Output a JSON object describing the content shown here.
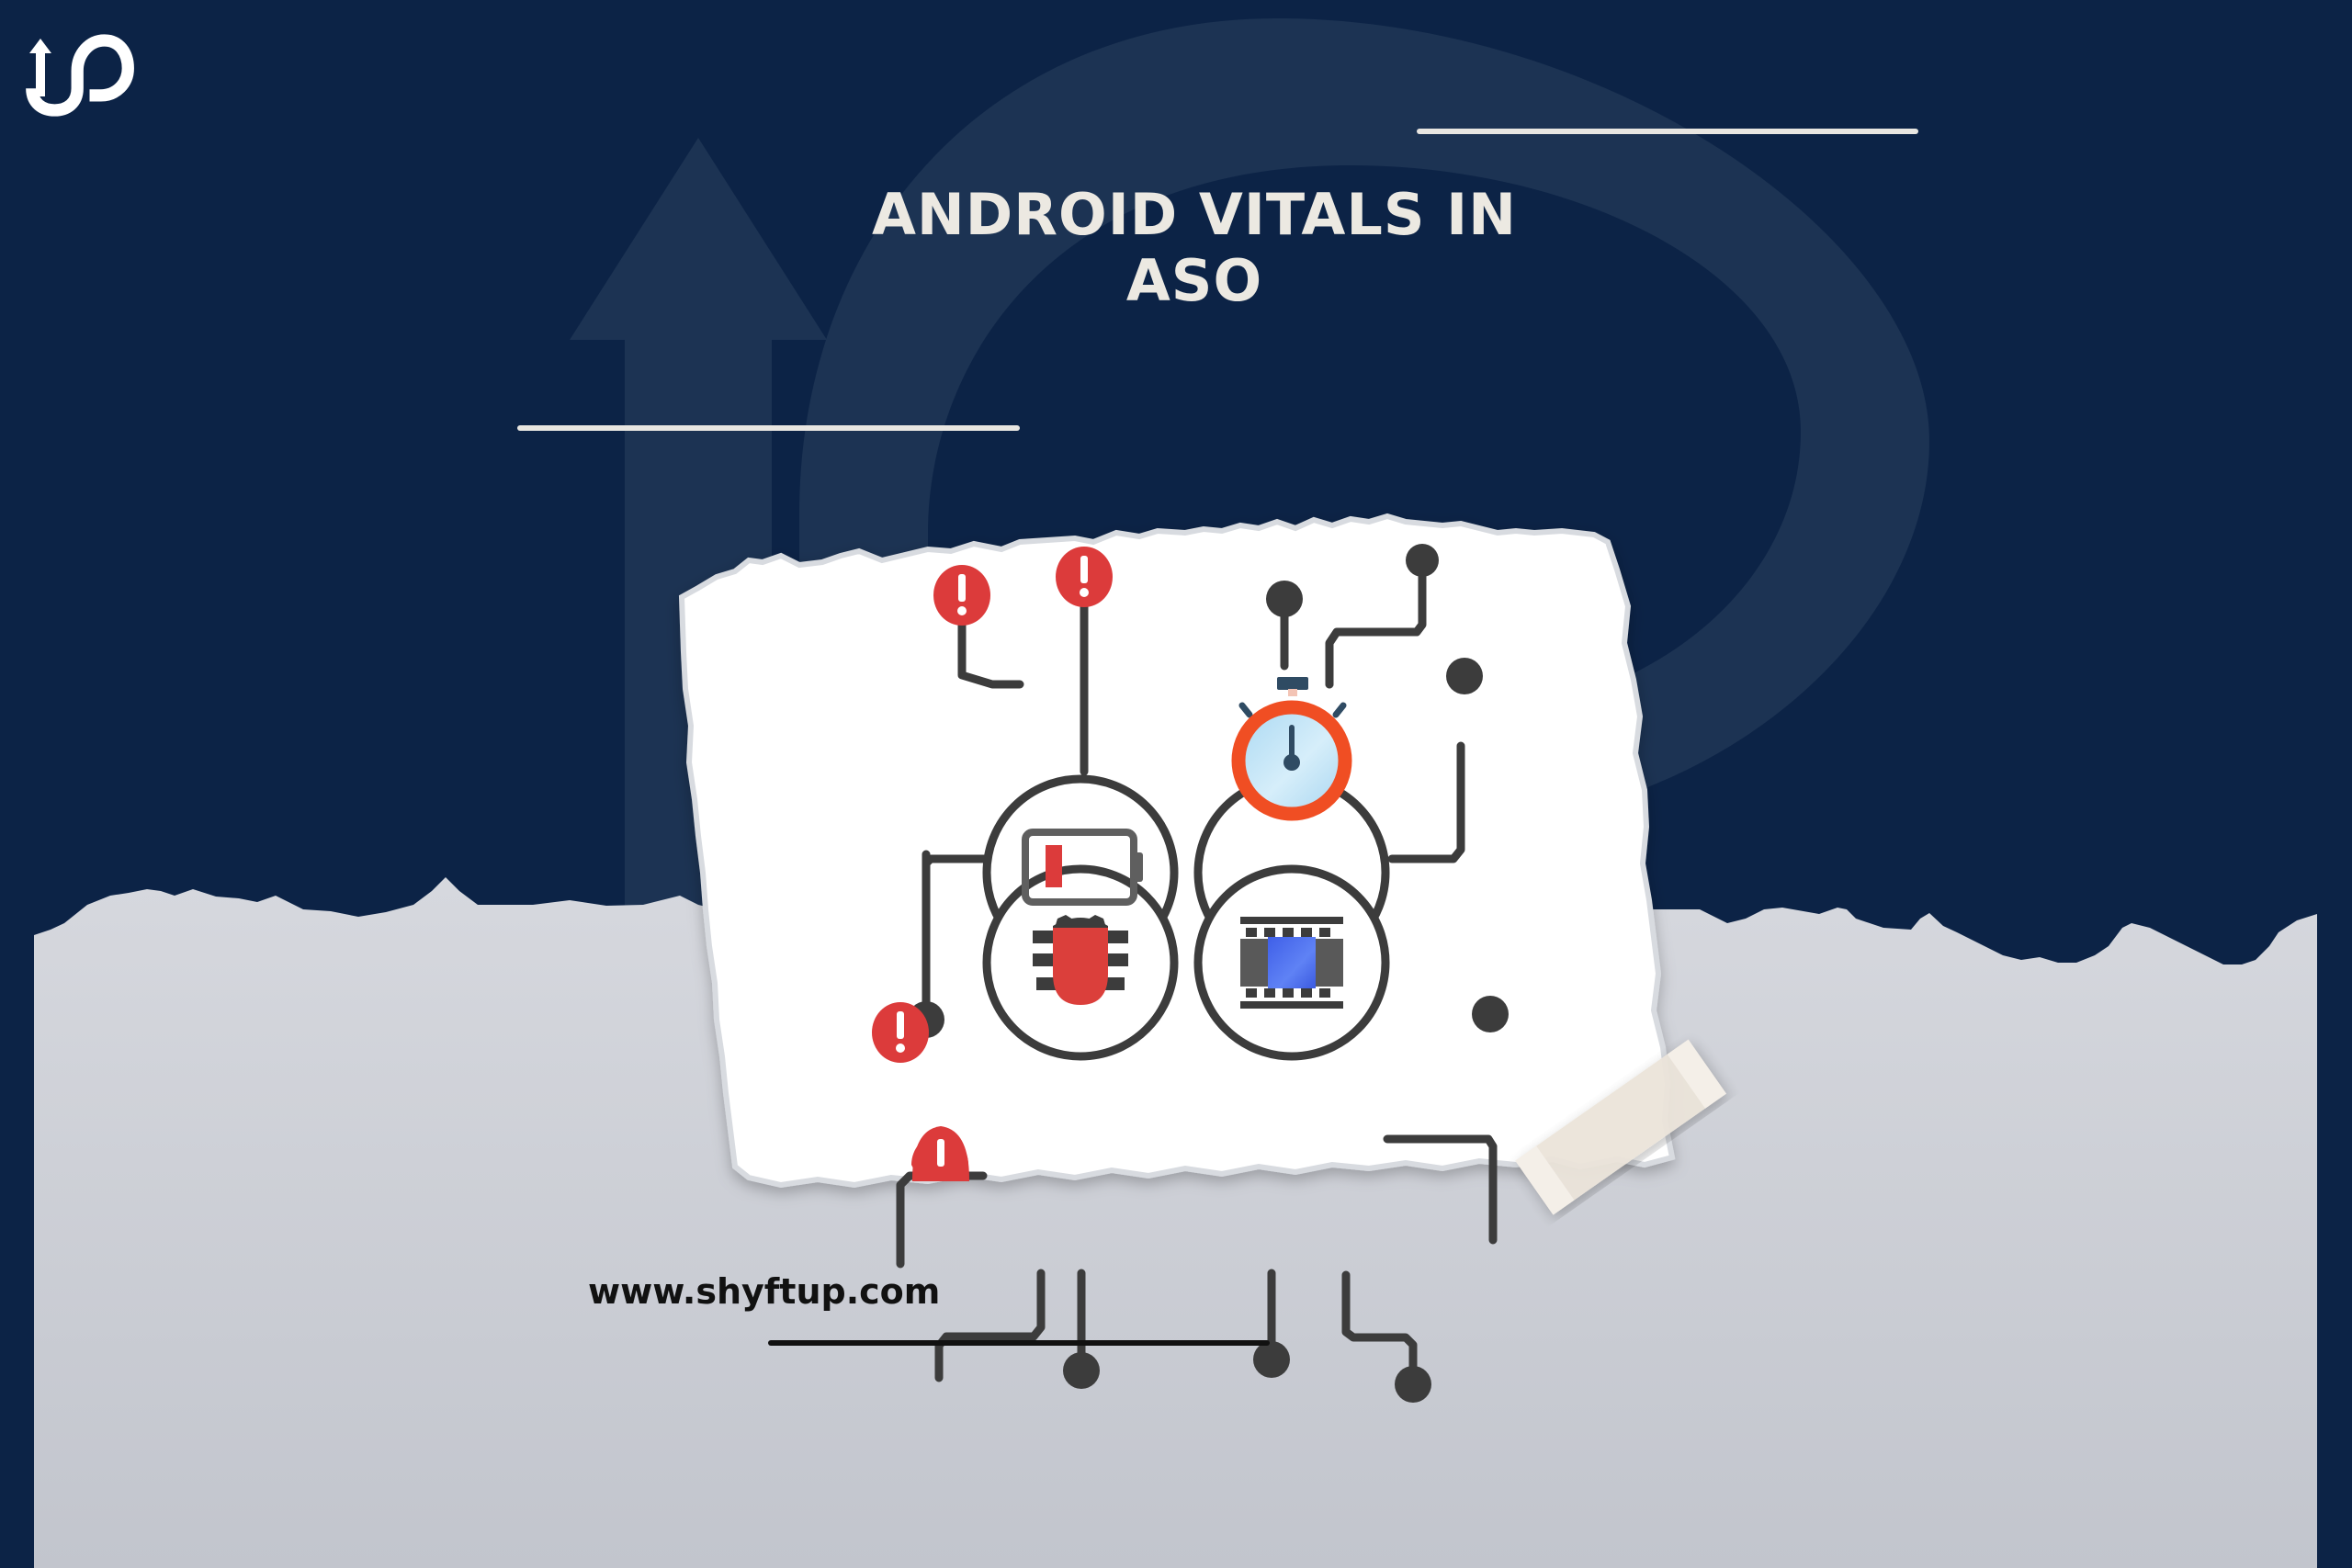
{
  "brand": {
    "logo_icon": "shyftup-up-logo-icon",
    "website": "www.shyftup.com"
  },
  "title": {
    "line1": "ANDROID VITALS IN",
    "line2": "ASO"
  },
  "illustration": {
    "description": "Torn paper card with four circular vitals icons connected by circuit lines",
    "icons": [
      "battery-low-icon",
      "stopwatch-icon",
      "bug-icon",
      "film-frame-icon"
    ],
    "alert_icons": [
      "exclamation-alert-icon",
      "exclamation-alert-icon",
      "exclamation-alert-icon",
      "exclamation-alert-icon"
    ]
  },
  "colors": {
    "background_navy": "#0c2346",
    "watermark": "#1c3353",
    "grey_paper": "#c4c7cf",
    "title_text": "#ece9e2",
    "divider_light": "#e8e6e1",
    "divider_dark": "#111111",
    "alert_red": "#dc3b3b",
    "stroke_grey": "#3c3c3c",
    "stopwatch_orange": "#f04e23",
    "film_blue": "#4a6ef0"
  }
}
